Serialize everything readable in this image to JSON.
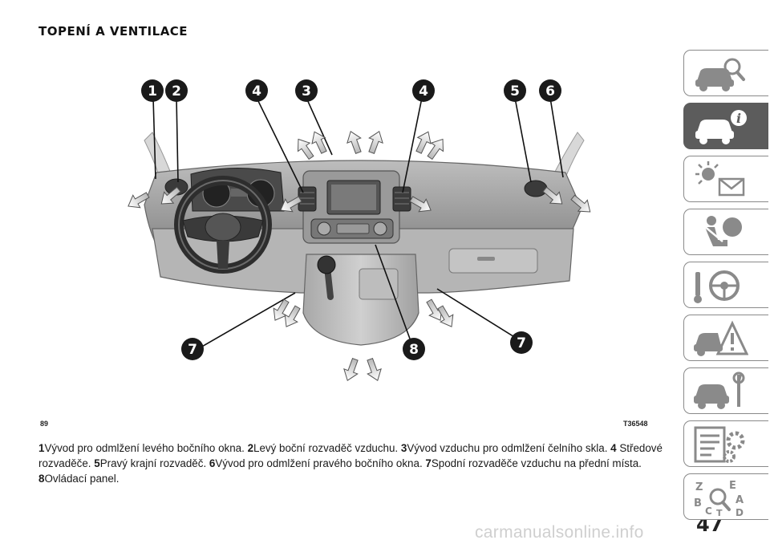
{
  "page": {
    "title": "TOPENÍ A VENTILACE",
    "page_number": "47",
    "watermark": "carmanualsonline.info"
  },
  "figure": {
    "number": "89",
    "code": "T36548",
    "callouts": [
      "1",
      "2",
      "4",
      "3",
      "4",
      "5",
      "6",
      "7",
      "8",
      "7"
    ]
  },
  "caption": [
    {
      "num": "1",
      "text": "Vývod pro odmlžení levého bočního okna."
    },
    {
      "num": "2",
      "text": "Levý boční rozvaděč vzduchu."
    },
    {
      "num": "3",
      "text": "Vývod vzduchu pro odmlžení čelního skla."
    },
    {
      "num": "4",
      "text": "Středové rozvaděče."
    },
    {
      "num": "5",
      "text": "Pravý krajní rozvaděč."
    },
    {
      "num": "6",
      "text": "Vývod pro odmlžení pravého bočního okna."
    },
    {
      "num": "7",
      "text": "Spodní rozvaděče vzduchu na přední místa."
    },
    {
      "num": "8",
      "text": "Ovládací panel."
    }
  ],
  "side_tabs": [
    {
      "icon": "car-search-icon",
      "active": false
    },
    {
      "icon": "car-info-icon",
      "active": true
    },
    {
      "icon": "lights-mail-icon",
      "active": false
    },
    {
      "icon": "airbag-seat-icon",
      "active": false
    },
    {
      "icon": "steering-wheel-key-icon",
      "active": false
    },
    {
      "icon": "car-warning-icon",
      "active": false
    },
    {
      "icon": "car-tools-icon",
      "active": false
    },
    {
      "icon": "spec-list-gear-icon",
      "active": false
    },
    {
      "icon": "alphabet-index-icon",
      "active": false
    }
  ]
}
